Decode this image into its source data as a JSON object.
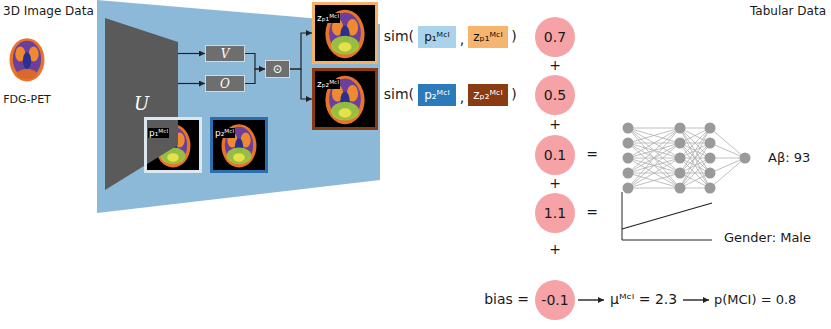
{
  "diagram": {
    "nodes": [
      {
        "text": [
          "U"
        ]
      },
      {
        "text": [
          "V"
        ]
      },
      {
        "text": [
          "O"
        ]
      },
      {
        "text": [
          "⊙"
        ]
      },
      {
        "text": [
          "zₚ₁ᴹᶜᴵ"
        ]
      },
      {
        "text": [
          "zₚ₂ᴹᶜᴵ"
        ]
      },
      {
        "text": [
          "p₁ᴹᶜᴵ"
        ]
      },
      {
        "text": [
          "p₂ᴹᶜᴵ"
        ]
      },
      {
        "text": [
          "p₁ᴹᶜᴵ"
        ]
      },
      {
        "text": [
          "zₚ₁ᴹᶜᴵ"
        ]
      },
      {
        "text": [
          "0.7"
        ]
      },
      {
        "text": [
          "p₂ᴹᶜᴵ"
        ]
      },
      {
        "text": [
          "zₚ₂ᴹᶜᴵ"
        ]
      },
      {
        "text": [
          "0.5"
        ]
      },
      {
        "text": [
          "0.1"
        ]
      },
      {
        "text": [
          "1.1"
        ]
      },
      {
        "text": [
          "-0.1"
        ]
      }
    ],
    "edges": [
      {
        "from": 0,
        "to": 1,
        "arrow": "to"
      },
      {
        "from": 0,
        "to": 2,
        "arrow": "to"
      },
      {
        "from": 1,
        "to": 3,
        "arrow": "to"
      },
      {
        "from": 2,
        "to": 3,
        "arrow": "to"
      },
      {
        "from": 3,
        "to": 4,
        "arrow": "to"
      },
      {
        "from": 3,
        "to": 5,
        "arrow": "to"
      }
    ],
    "labels": [
      "3D Image Data",
      "FDG-PET",
      "Tabular Data",
      "sim(",
      ",",
      ")",
      "sim(",
      ",",
      ")",
      "+",
      "+",
      "+",
      "+",
      "=",
      "Aβ: 93",
      "=",
      "Gender: Male",
      "bias =",
      "μᴹᶜᴵ = 2.3",
      "p(MCI) = 0.8"
    ]
  }
}
